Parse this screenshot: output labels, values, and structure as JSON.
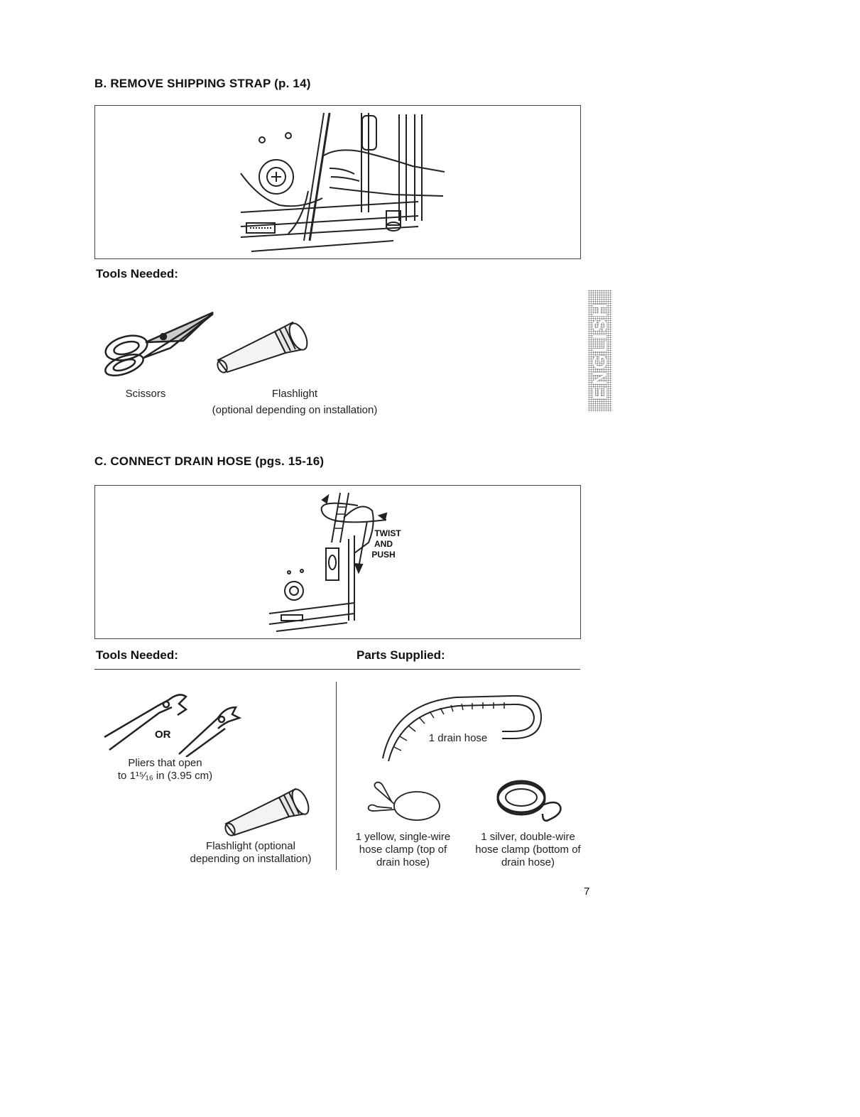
{
  "sections": {
    "b": {
      "heading": "B. REMOVE SHIPPING STRAP (p. 14)",
      "tools_label": "Tools Needed:",
      "tools": {
        "scissors": "Scissors",
        "flashlight": "Flashlight",
        "flashlight_note": "(optional depending on installation)"
      }
    },
    "c": {
      "heading": "C. CONNECT DRAIN HOSE (pgs. 15-16)",
      "callout": [
        "TWIST",
        "AND",
        "PUSH"
      ],
      "tools_label": "Tools Needed:",
      "parts_label": "Parts Supplied:",
      "pliers_or": "OR",
      "pliers_caption": [
        "Pliers that open",
        "to 1¹⁵⁄₁₆ in (3.95 cm)"
      ],
      "flashlight_caption": [
        "Flashlight (optional",
        "depending on installation)"
      ],
      "drain_hose": "1 drain hose",
      "yellow_clamp": [
        "1 yellow, single-wire",
        "hose clamp (top of",
        "drain hose)"
      ],
      "silver_clamp": [
        "1 silver, double-wire",
        "hose clamp (bottom of",
        "drain hose)"
      ]
    }
  },
  "side_tab": "ENGLISH",
  "page_number": "7"
}
